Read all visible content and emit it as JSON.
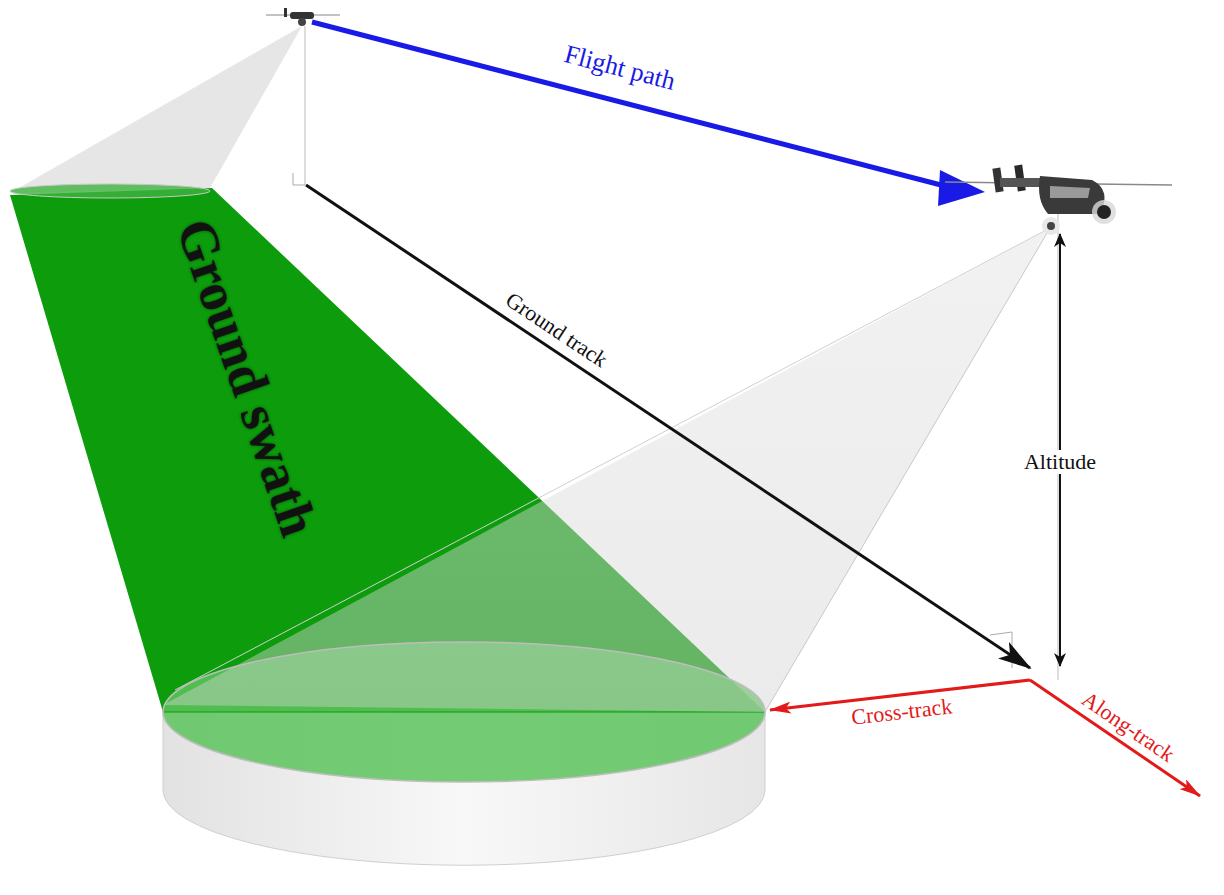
{
  "diagram": {
    "labels": [
      "Flight path",
      "Ground swath",
      "Ground track",
      "Altitude",
      "Cross-track",
      "Along-track"
    ]
  }
}
